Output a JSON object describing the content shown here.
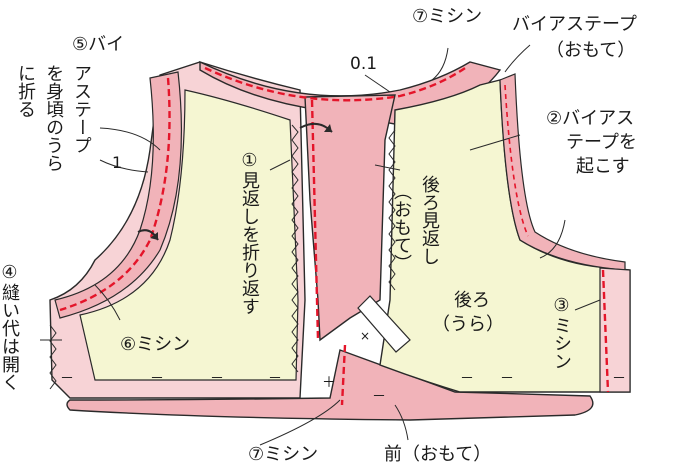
{
  "colors": {
    "outline": "#2a2a2a",
    "pink": "#f1b3b9",
    "pink_light": "#f7d3d6",
    "lining": "#f5f6d2",
    "stitch_red": "#e4152a",
    "dot_fill": "#ffffff"
  },
  "labels": {
    "top_stitch": "⑦ミシン",
    "bias_tape_face": "バイアステープ",
    "bias_tape_face_paren": "（おもて）",
    "measure": "0.1",
    "step5": [
      "⑤バイ",
      "アステープ",
      "を身頃のうら",
      "に折る"
    ],
    "step1_num": "1",
    "step1": "①見返しを折り返す",
    "back_facing": "後ろ見返し",
    "back_facing_face": "（おもて）",
    "step2_line1": "②バイアス",
    "step2_line2": "テープを",
    "step2_line3": "起こす",
    "back": "後ろ",
    "back_inner": "（うら）",
    "step3": "③ミシン",
    "step4": "④縫い代は開く",
    "step6": "⑥ミシン",
    "bottom_stitch": "⑦ミシン",
    "front_face": "前（おもて）"
  },
  "marks": {
    "minus": "－",
    "plus": "＋",
    "cross": "×"
  }
}
